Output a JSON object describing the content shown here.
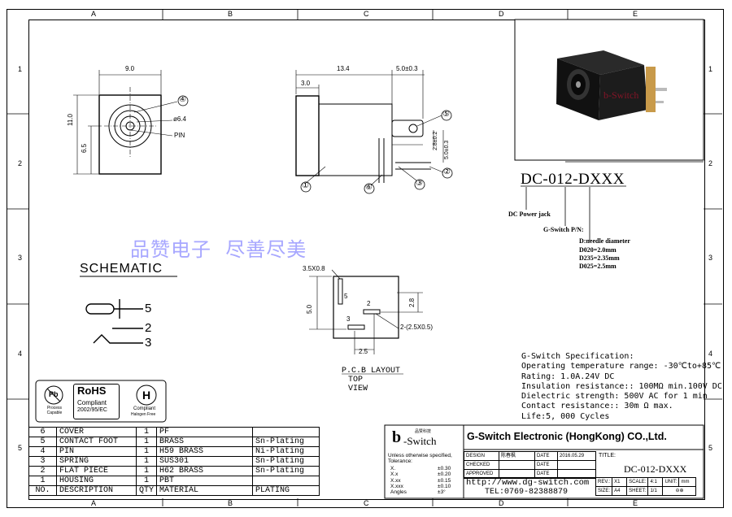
{
  "zones": {
    "columns": [
      "A",
      "B",
      "C",
      "D",
      "E"
    ],
    "rows": [
      "1",
      "2",
      "3",
      "4",
      "5"
    ]
  },
  "front_view": {
    "dims": {
      "width": "9.0",
      "height": "11.0",
      "pin_height": "6.5",
      "diameter": "ø6.4"
    },
    "labels": {
      "callout_4": "④",
      "pin": "PIN"
    }
  },
  "side_view": {
    "dims": {
      "length": "13.4",
      "front": "3.0",
      "tab_width": "5.0±0.3",
      "tab_small": "2.8±0.2",
      "tab_height": "5.0±0.3"
    },
    "callouts": [
      "①",
      "②",
      "③",
      "⑤",
      "⑥"
    ]
  },
  "watermark": "品赞电子  尽善尽美",
  "schematic": {
    "title": "SCHEMATIC",
    "pins": [
      "5",
      "2",
      "3"
    ]
  },
  "pcb": {
    "dims": {
      "slot": "3.5X0.8",
      "height": "5.0",
      "right": "2.8",
      "pad": "2-(2.5X0.5)",
      "bottom": "2.5"
    },
    "pins": [
      "5",
      "2",
      "3"
    ],
    "caption": [
      "P.C.B LAYOUT",
      "TOP",
      "VIEW"
    ]
  },
  "part_number": {
    "title": "DC-012-DXXX",
    "desc": "DC Power jack",
    "pn": "G-Switch P/N:",
    "needle": "D:needle diameter",
    "options": [
      "D020=2.0mm",
      "D235=2.35mm",
      "D025=2.5mm"
    ]
  },
  "spec": {
    "lines": [
      "G-Switch Specification:",
      "Operating temperature range: -30℃to+85℃",
      "Rating: 1.0A.24V DC",
      "Insulation resistance:: 100MΩ min.100V DC",
      "Dielectric strength:  500V AC for 1 min",
      "Contact resistance:: 30m Ω max.",
      "Life:5, 000 Cycles"
    ]
  },
  "badges": {
    "pb": "Pb",
    "pb_sub": "Process Capable",
    "rohs": "RoHS",
    "rohs_sub1": "Compliant",
    "rohs_sub2": "2002/95/EC",
    "h": "H",
    "h_sub1": "Compliant",
    "h_sub2": "Halogen Free"
  },
  "bom": {
    "headers": [
      "NO.",
      "DESCRIPTION",
      "QTY",
      "MATERIAL",
      "PLATING"
    ],
    "rows": [
      [
        "6",
        "COVER",
        "1",
        "PF",
        ""
      ],
      [
        "5",
        "CONTACT FOOT",
        "1",
        "BRASS",
        "Sn-Plating"
      ],
      [
        "4",
        "PIN",
        "1",
        "H59 BRASS",
        "Ni-Plating"
      ],
      [
        "3",
        "SPRING",
        "1",
        "SUS301",
        "Sn-Plating"
      ],
      [
        "2",
        "FLAT PIECE",
        "1",
        "H62 BRASS",
        "Sn-Plating"
      ],
      [
        "1",
        "HOUSING",
        "1",
        "PBT",
        ""
      ]
    ]
  },
  "title_block": {
    "logo": "-Switch",
    "logo_cn": "品赞科技",
    "company": "G-Switch Electronic (HongKong) CO.,Ltd.",
    "tolerance_title": "Unless otherwise specified, Tolerance:",
    "tolerances": [
      [
        "X.",
        "±0.30"
      ],
      [
        "X.x",
        "±0.20"
      ],
      [
        "X.xx",
        "±0.15"
      ],
      [
        "X.xxx",
        "±0.10"
      ],
      [
        "Angles",
        "±3°"
      ]
    ],
    "design_label": "DESIGN",
    "design_value": "陈春枫",
    "date_label": "DATE",
    "date_value": "2016.05.29",
    "checked": "CHECKED",
    "approved": "APPROVED",
    "title_label": "TITLE:",
    "title_value": "DC-012-DXXX",
    "url": "http://www.dg-switch.com",
    "tel": "TEL:0769-82388879",
    "rev_label": "REV.:",
    "rev_value": "X1",
    "scale_label": "SCALE:",
    "scale_value": "4:1",
    "unit_label": "UNIT:",
    "unit_value": "mm",
    "size_label": "SIZE:",
    "size_value": "A4",
    "sheet_label": "SHEET:",
    "sheet_value": "1/1"
  },
  "photo_brand": "b-Switch"
}
